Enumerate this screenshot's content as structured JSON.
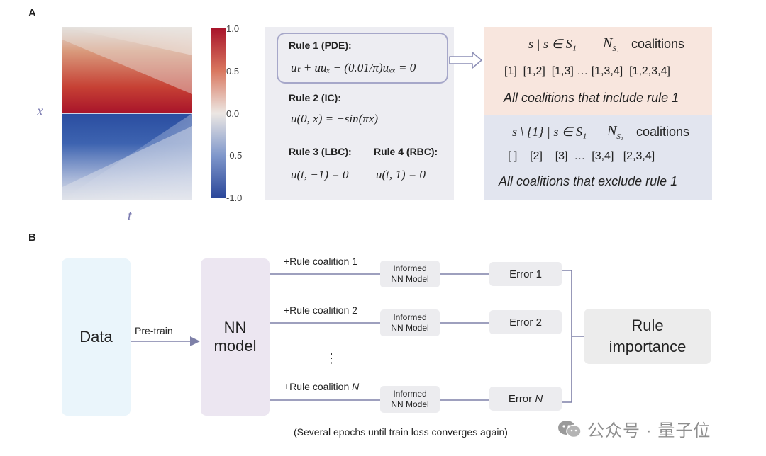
{
  "panel_a": {
    "label": "A",
    "heatmap": {
      "x_axis": "x",
      "t_axis": "t"
    },
    "colorbar": {
      "ticks": [
        "1.0",
        "0.5",
        "0.0",
        "-0.5",
        "-1.0"
      ]
    },
    "rules": {
      "rule1_title": "Rule 1 (PDE):",
      "rule1_eq": "uₜ + uuₓ − (0.01/π)uₓₓ = 0",
      "rule2_title": "Rule 2 (IC):",
      "rule2_eq": "u(0, x) = −sin(πx)",
      "rule3_title": "Rule 3 (LBC):",
      "rule3_eq": "u(t, −1) = 0",
      "rule4_title": "Rule 4 (RBC):",
      "rule4_eq": "u(t, 1) = 0"
    },
    "include": {
      "set_expr": "s | s ∈ S₁",
      "count": "N",
      "count_sub": "S₁",
      "word": "coalitions",
      "row": "[1]  [1,2]  [1,3] … [1,3,4]  [1,2,3,4]",
      "note": "All coalitions that include rule 1"
    },
    "exclude": {
      "set_expr": "s \\ {1} | s ∈ S₁",
      "count": "N",
      "count_sub": "S₁",
      "word": "coalitions",
      "row": "[ ]    [2]    [3]  …  [3,4]   [2,3,4]",
      "note": "All coalitions that exclude rule 1"
    }
  },
  "panel_b": {
    "label": "B",
    "data": "Data",
    "pretrain": "Pre-train",
    "nn_line1": "NN",
    "nn_line2": "model",
    "coal1": "+Rule coalition 1",
    "coal2": "+Rule coalition 2",
    "coalN_prefix": "+Rule coalition ",
    "coalN_var": "N",
    "informed_line1": "Informed",
    "informed_line2": "NN Model",
    "err1": "Error 1",
    "err2": "Error 2",
    "errN_prefix": "Error ",
    "errN_var": "N",
    "dots": "⋮",
    "importance_line1": "Rule",
    "importance_line2": "importance",
    "footer": "(Several epochs until train loss converges again)"
  },
  "watermark": "公众号 · 量子位",
  "colors": {
    "red": "#b2182b",
    "blue": "#2c4fa0",
    "neutral": "#e6e3e0",
    "line": "#7e80a8"
  }
}
